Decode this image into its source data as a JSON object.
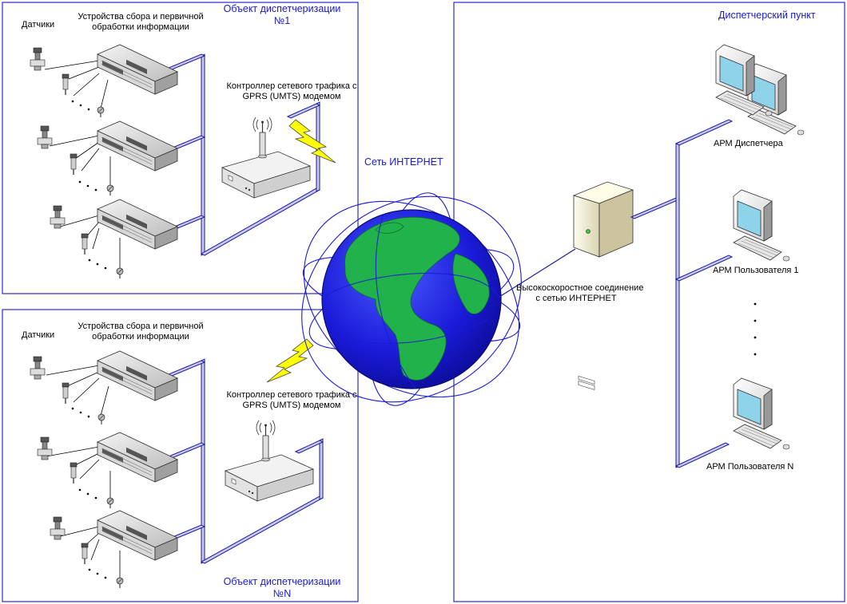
{
  "site1": {
    "title_line1": "Объект диспетчеризации",
    "title_line2": "№1",
    "sensors_label": "Датчики",
    "devices_label_line1": "Устройства сбора и первичной",
    "devices_label_line2": "обработки информации",
    "controller_label_line1": "Контроллер сетевого трафика с",
    "controller_label_line2": "GPRS (UMTS) модемом"
  },
  "siteN": {
    "title_line1": "Объект диспетчеризации",
    "title_line2": "№N",
    "sensors_label": "Датчики",
    "devices_label_line1": "Устройства сбора и первичной",
    "devices_label_line2": "обработки информации",
    "controller_label_line1": "Контроллер сетевого трафика с",
    "controller_label_line2": "GPRS (UMTS) модемом"
  },
  "internet": {
    "label": "Сеть ИНТЕРНЕТ",
    "link_label_line1": "Высокоскоростное соединение",
    "link_label_line2": "с сетью ИНТЕРНЕТ"
  },
  "dispatch": {
    "title": "Диспетчерский пункт",
    "arm_dispatcher": "АРМ Диспетчера",
    "arm_user1": "АРМ Пользователя 1",
    "arm_userN": "АРМ Пользователя N"
  },
  "colors": {
    "frame": "#2b2bcc",
    "bus_fill": "#c8c8f0",
    "bus_stroke": "#1a1a99",
    "ocean": "#1a1ad8",
    "land": "#22b24c",
    "lightning": "#ffff00"
  }
}
